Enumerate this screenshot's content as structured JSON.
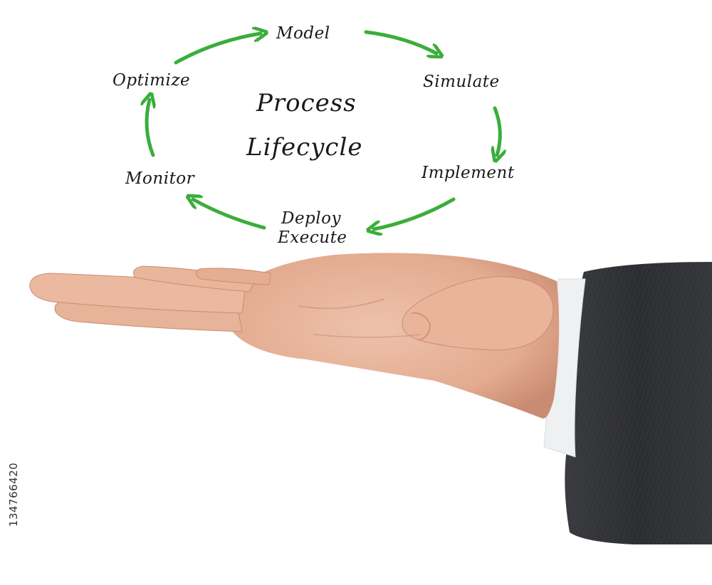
{
  "diagram": {
    "title_line1": "Process",
    "title_line2": "Lifecycle",
    "steps": {
      "model": "Model",
      "simulate": "Simulate",
      "implement": "Implement",
      "deploy": "Deploy",
      "execute": "Execute",
      "monitor": "Monitor",
      "optimize": "Optimize"
    },
    "arrow_color": "#3aae3a"
  },
  "photo": {
    "stock_id": "134766420",
    "skin_color": "#e8b59c",
    "sleeve_color": "#2f3033",
    "cuff_color": "#eef0f2"
  }
}
